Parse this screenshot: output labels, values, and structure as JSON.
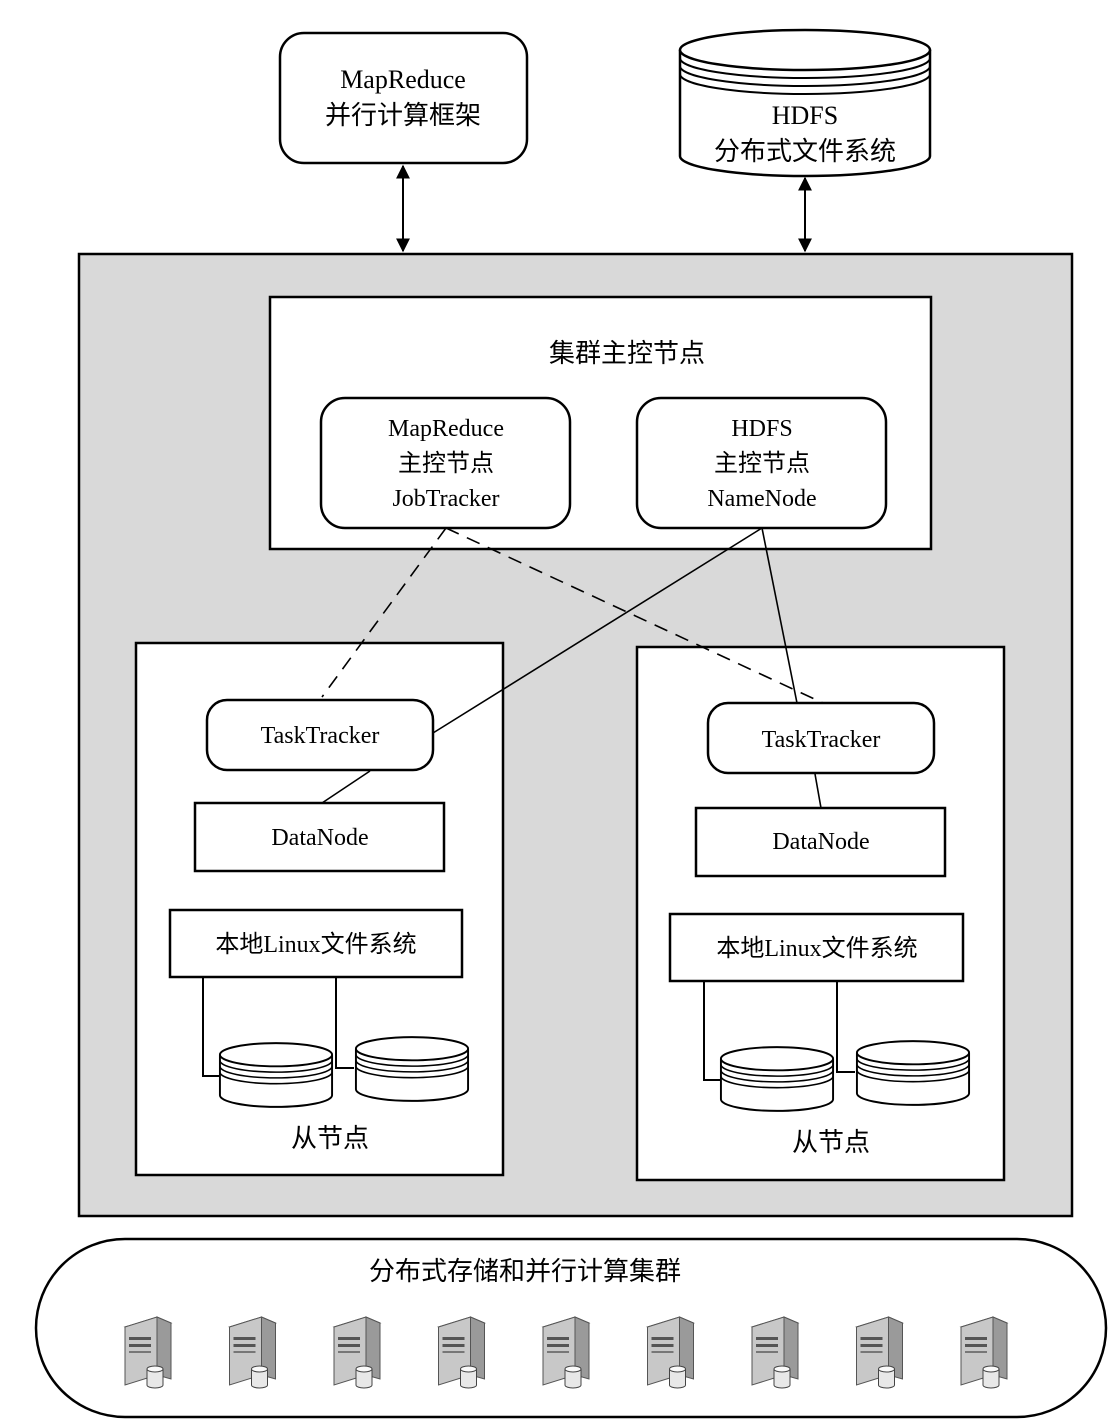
{
  "top": {
    "mapreduce_title": "MapReduce",
    "mapreduce_subtitle": "并行计算框架",
    "hdfs_title": "HDFS",
    "hdfs_subtitle": "分布式文件系统"
  },
  "master": {
    "title": "集群主控节点",
    "jobtracker": {
      "line1": "MapReduce",
      "line2": "主控节点",
      "line3": "JobTracker"
    },
    "namenode": {
      "line1": "HDFS",
      "line2": "主控节点",
      "line3": "NameNode"
    }
  },
  "slaves": [
    {
      "tasktracker": "TaskTracker",
      "datanode": "DataNode",
      "localfs": "本地Linux文件系统",
      "label": "从节点"
    },
    {
      "tasktracker": "TaskTracker",
      "datanode": "DataNode",
      "localfs": "本地Linux文件系统",
      "label": "从节点"
    }
  ],
  "cluster": {
    "title": "分布式存储和并行计算集群",
    "server_count": 9
  },
  "colors": {
    "panel": "#d9d9d9",
    "stroke": "#000000",
    "box": "#ffffff"
  }
}
